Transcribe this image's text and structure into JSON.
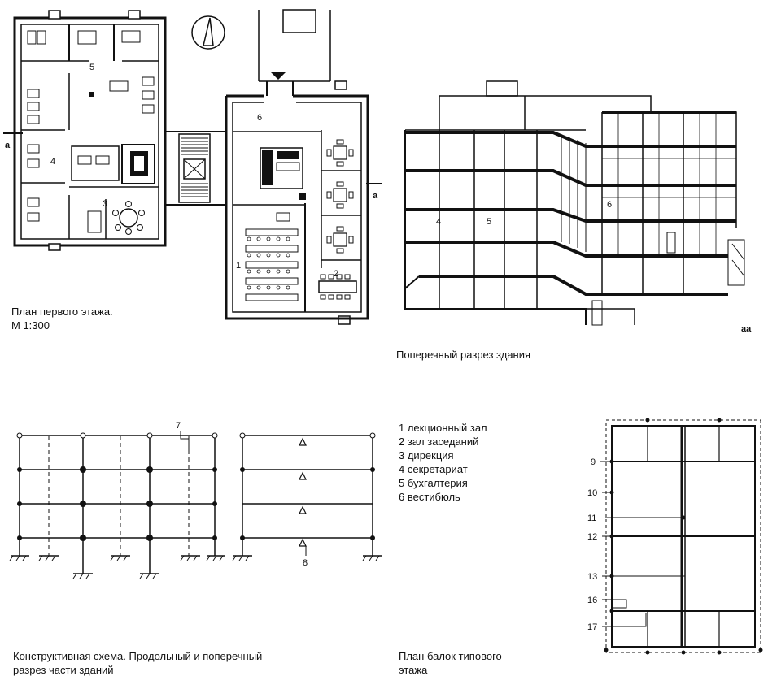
{
  "captions": {
    "plan_title": "План первого этажа.",
    "plan_scale": "М 1:300",
    "section_title": "Поперечный разрез здания",
    "structural_line1": "Конструктивная схема. Продольный и поперечный",
    "structural_line2": "разрез части зданий",
    "beam_line1": "План балок типового",
    "beam_line2": "этажа"
  },
  "section_marks": {
    "a_left": "а",
    "a_right": "а",
    "aa": "аа"
  },
  "plan_room_numbers": [
    "1",
    "2",
    "3",
    "4",
    "5",
    "6"
  ],
  "section_room_numbers": [
    "4",
    "5",
    "6"
  ],
  "structural_callouts": [
    "7",
    "8"
  ],
  "beam_callouts": [
    "9",
    "10",
    "11",
    "12",
    "13",
    "16",
    "17"
  ],
  "legend": [
    "1 лекционный зал",
    "2 зал заседаний",
    "3 дирекция",
    "4 секретариат",
    "5 бухгалтерия",
    "6 вестибюль"
  ]
}
